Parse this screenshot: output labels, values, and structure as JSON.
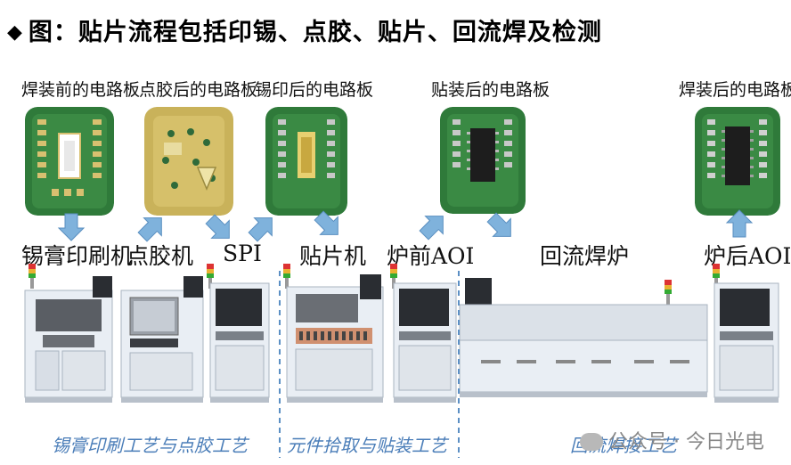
{
  "title": {
    "bullet": "◆",
    "text": "图：贴片流程包括印锡、点胶、贴片、回流焊及检测"
  },
  "boards": [
    {
      "label": "焊装前的电路板",
      "style": "green-bare"
    },
    {
      "label": "点胶后的电路板",
      "style": "gold-glue"
    },
    {
      "label": "锡印后的电路板",
      "style": "green-printed"
    },
    {
      "label": "贴装后的电路板",
      "style": "green-mounted"
    },
    {
      "label": "焊装后的电路板",
      "style": "green-soldered"
    }
  ],
  "stations": [
    {
      "label": "锡膏印刷机"
    },
    {
      "label": "点胶机"
    },
    {
      "label": "SPI"
    },
    {
      "label": "贴片机"
    },
    {
      "label": "炉前AOI"
    },
    {
      "label": "回流焊炉"
    },
    {
      "label": "炉后AOI"
    }
  ],
  "process_groups": [
    {
      "label": "锡膏印刷工艺与点胶工艺"
    },
    {
      "label": "元件拾取与贴装工艺"
    },
    {
      "label": "回流焊接工艺"
    }
  ],
  "watermark": "公众号 · 今日光电",
  "colors": {
    "arrow": "#7fb2dc",
    "arrow_edge": "#5a8fc0",
    "divider": "#5b8fc4",
    "pcb_green": "#2f7a3a",
    "machine_body": "#e9eef4",
    "process_text": "#4a7db8"
  }
}
